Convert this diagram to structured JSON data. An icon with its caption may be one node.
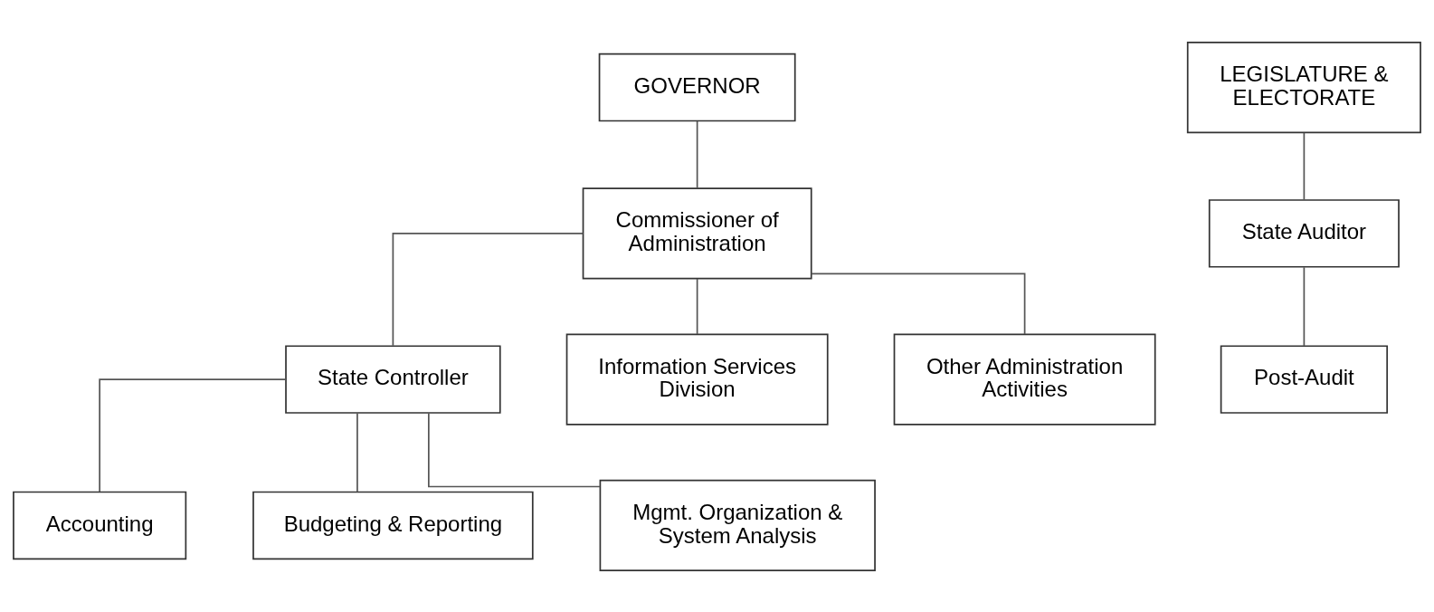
{
  "diagram": {
    "nodes": [
      {
        "text": [
          "GOVERNOR"
        ]
      },
      {
        "text": [
          "Commissioner of Administration"
        ]
      },
      {
        "text": [
          "State Controller"
        ]
      },
      {
        "text": [
          "Information Services Division"
        ]
      },
      {
        "text": [
          "Other Administration Activities"
        ]
      },
      {
        "text": [
          "Accounting"
        ]
      },
      {
        "text": [
          "Budgeting & Reporting"
        ]
      },
      {
        "text": [
          "Mgmt. Organization & System Analysis"
        ]
      },
      {
        "text": [
          "LEGISLATURE & ELECTORATE"
        ]
      },
      {
        "text": [
          "State Auditor"
        ]
      },
      {
        "text": [
          "Post-Audit"
        ]
      }
    ],
    "edges": [
      {
        "from": 0,
        "to": 1,
        "arrow": "none"
      },
      {
        "from": 1,
        "to": 2,
        "arrow": "none"
      },
      {
        "from": 1,
        "to": 3,
        "arrow": "none"
      },
      {
        "from": 1,
        "to": 4,
        "arrow": "none"
      },
      {
        "from": 2,
        "to": 5,
        "arrow": "none"
      },
      {
        "from": 2,
        "to": 6,
        "arrow": "none"
      },
      {
        "from": 2,
        "to": 7,
        "arrow": "none"
      },
      {
        "from": 8,
        "to": 9,
        "arrow": "none"
      },
      {
        "from": 9,
        "to": 10,
        "arrow": "none"
      }
    ]
  }
}
